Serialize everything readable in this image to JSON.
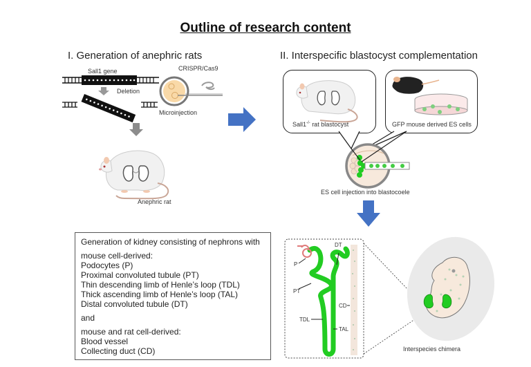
{
  "title": "Outline of research content",
  "section1": {
    "heading": "I. Generation of anephric rats",
    "gene_label": "Sall1 gene",
    "deletion_label": "Deletion",
    "crispr_label": "CRISPR/Cas9",
    "microinjection_label": "Microinjection",
    "rat_label": "Anephric rat"
  },
  "section2": {
    "heading": "II. Interspecific blastocyst complementation",
    "rat_bubble_label": "Sall1",
    "rat_bubble_sup": "-/-",
    "rat_bubble_suffix": " rat blastocyst",
    "mouse_bubble_label": "GFP  mouse derived ES cells",
    "injection_label": "ES cell injection into blastocoele"
  },
  "textbox": {
    "line1": "Generation of kidney consisting of nephrons with",
    "group1_heading": "mouse cell-derived:",
    "group1_items": [
      "Podocytes (P)",
      "Proximal convoluted tubule (PT)",
      "Thin descending limb of Henle’s loop (TDL)",
      "Thick ascending limb of Henle’s loop (TAL)",
      "Distal convoluted tubule (DT)"
    ],
    "connector": "and",
    "group2_heading": "mouse and rat cell-derived:",
    "group2_items": [
      "Blood vessel",
      "Collecting duct (CD)"
    ]
  },
  "nephron": {
    "labels": {
      "P": "P",
      "PT": "PT",
      "DT": "DT",
      "CD": "CD",
      "TDL": "TDL",
      "TAL": "TAL"
    }
  },
  "chimera_label": "Interspecies chimera",
  "colors": {
    "arrow_blue": "#4472C4",
    "gfp_green": "#22CC22",
    "gray_arrow": "#8C8C8C",
    "embryo_skin": "#F7E9DC",
    "oocyte_fill": "#F9D9A8",
    "glomerulus": "#E07A7A"
  }
}
